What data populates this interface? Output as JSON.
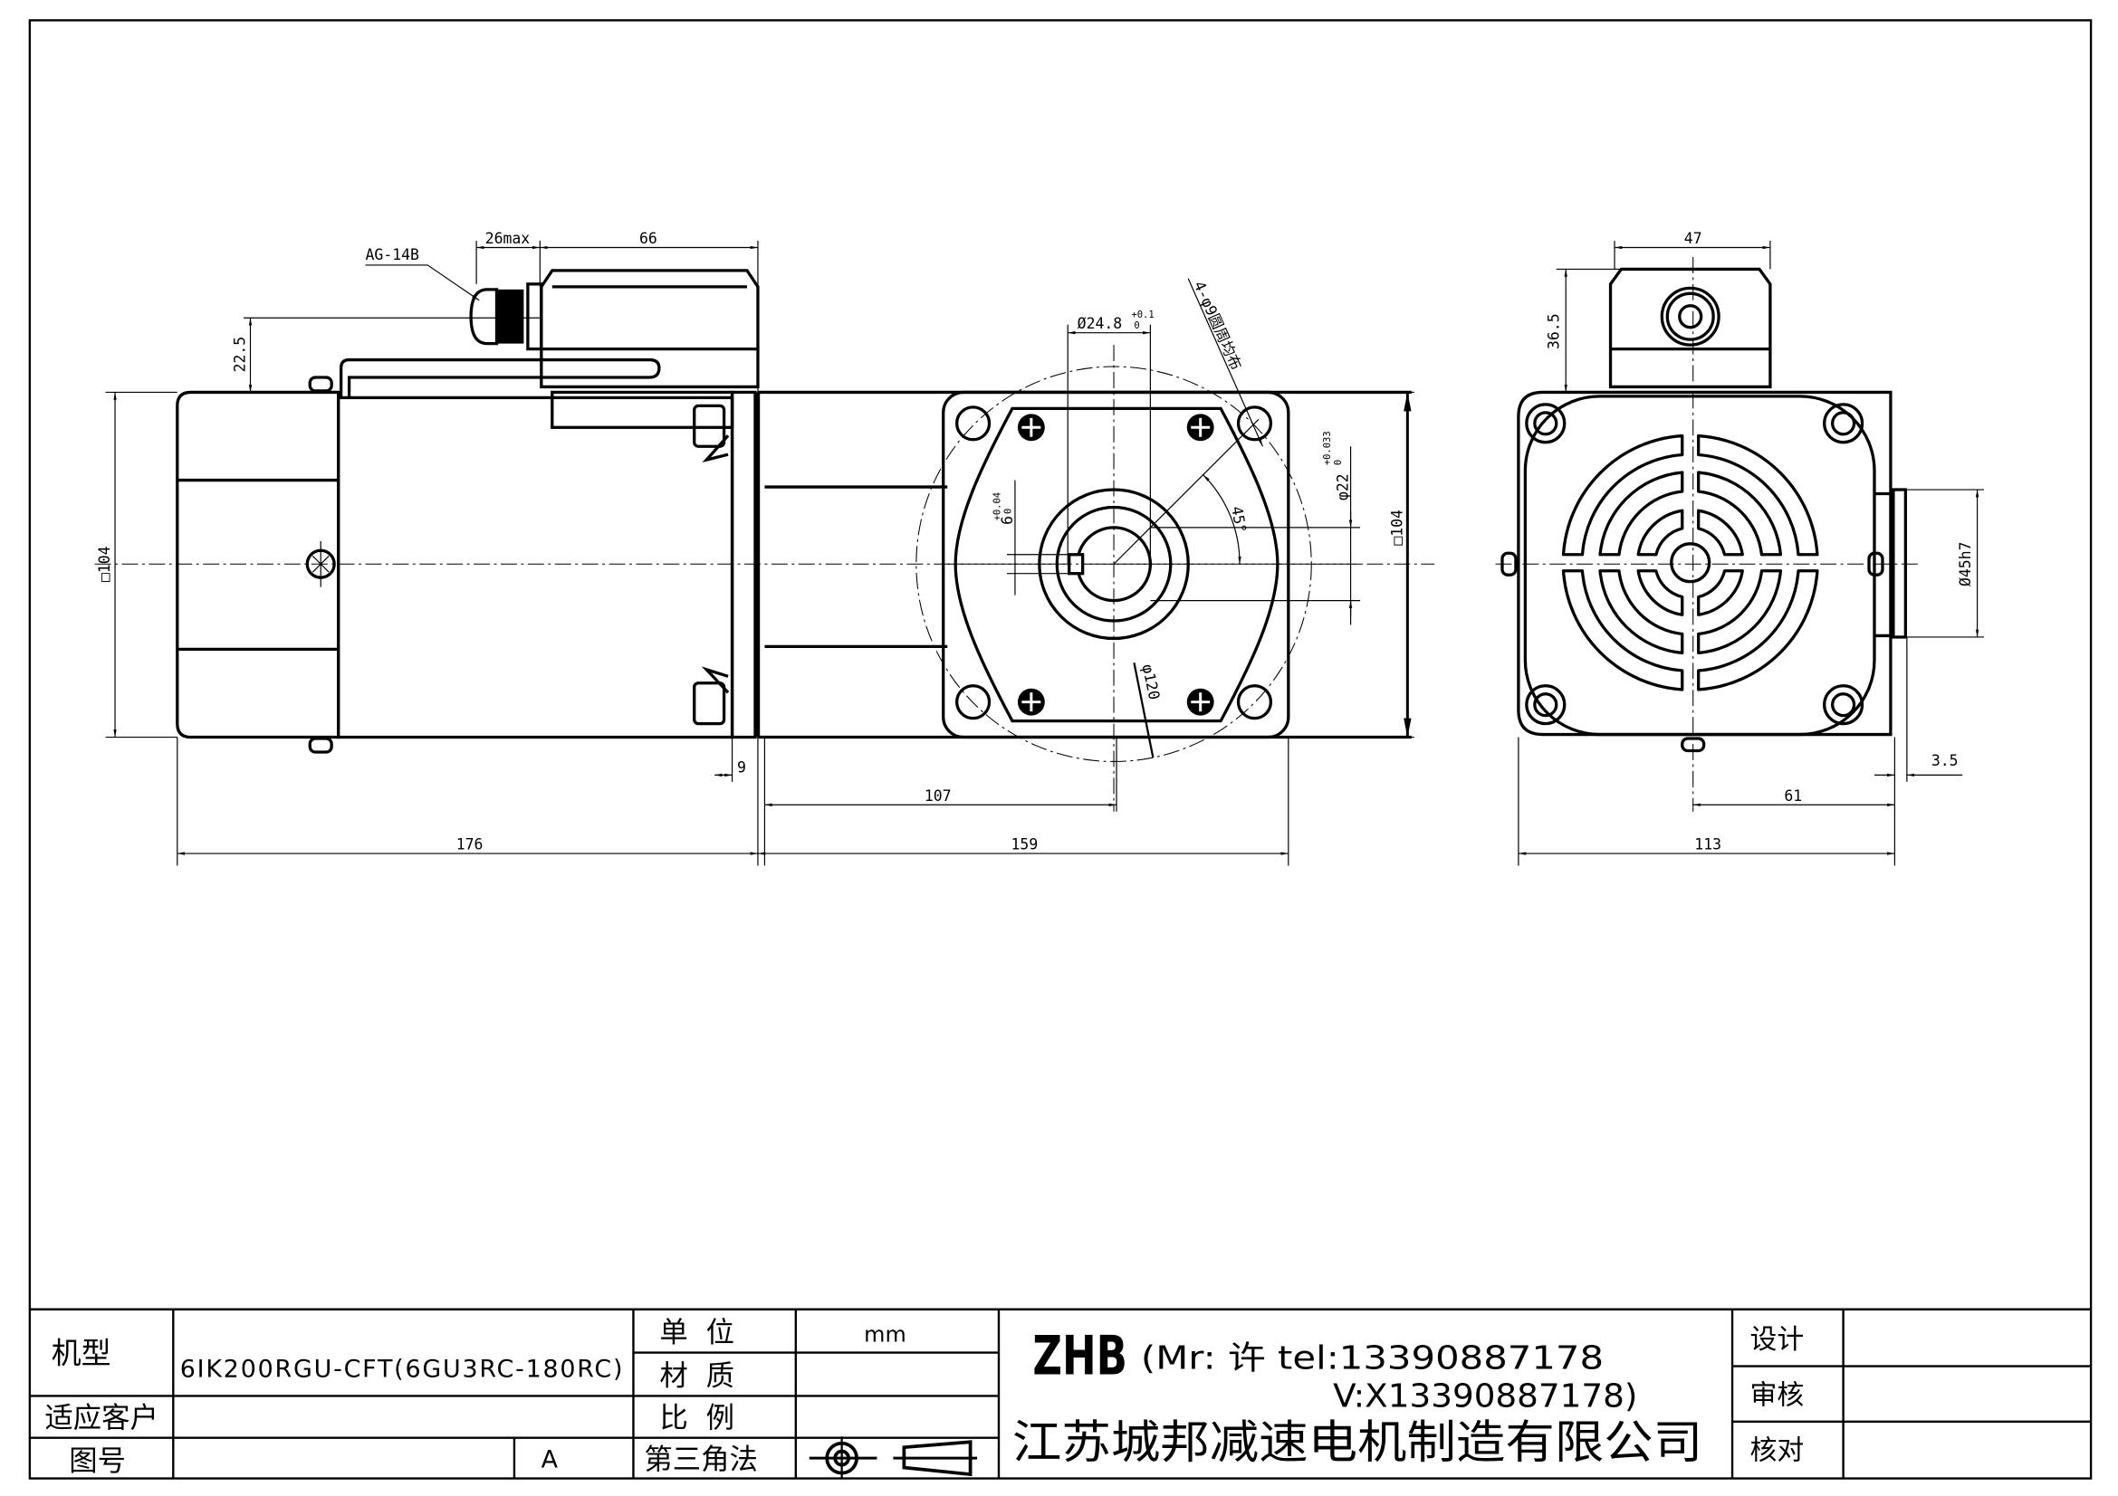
{
  "drawing": {
    "dims": {
      "d26max": "26max",
      "d66": "66",
      "ag14b": "AG-14B",
      "d22_5": "22.5",
      "sq104_left": "□104",
      "d9": "9",
      "d176": "176",
      "d159": "159",
      "d107": "107",
      "d24_8": "Ø24.8",
      "d24_8_tol_upper": "+0.1",
      "d24_8_tol_lower": "0",
      "holes": "4-φ9圆周均布",
      "angle": "45°",
      "d22": "φ22",
      "d22_tol_upper": "+0.033",
      "d22_tol_lower": "0",
      "key": "6",
      "key_tol_upper": "+0.04",
      "key_tol_lower": "0",
      "d120": "φ120",
      "sq104_front": "□104",
      "d47": "47",
      "d36_5": "36.5",
      "d45h7": "Ø45h7",
      "d3_5": "3.5",
      "d61": "61",
      "d113": "113"
    }
  },
  "title_block": {
    "model_label": "机型",
    "model_value": "6IK200RGU-CFT(6GU3RC-180RC)",
    "customer_label": "适应客户",
    "customer_value": "",
    "drawing_no_label": "图号",
    "drawing_no_value": "",
    "revision": "A",
    "unit_label": "单  位",
    "unit_value": "mm",
    "material_label": "材  质",
    "material_value": "",
    "scale_label": "比  例",
    "scale_value": "",
    "projection_label": "第三角法",
    "brand": "ZHB",
    "contact_line1": "(Mr: 许 tel:13390887178",
    "contact_line2": "V:X13390887178)",
    "company": "江苏城邦减速电机制造有限公司",
    "design_label": "设计",
    "review_label": "审核",
    "check_label": "核对"
  }
}
